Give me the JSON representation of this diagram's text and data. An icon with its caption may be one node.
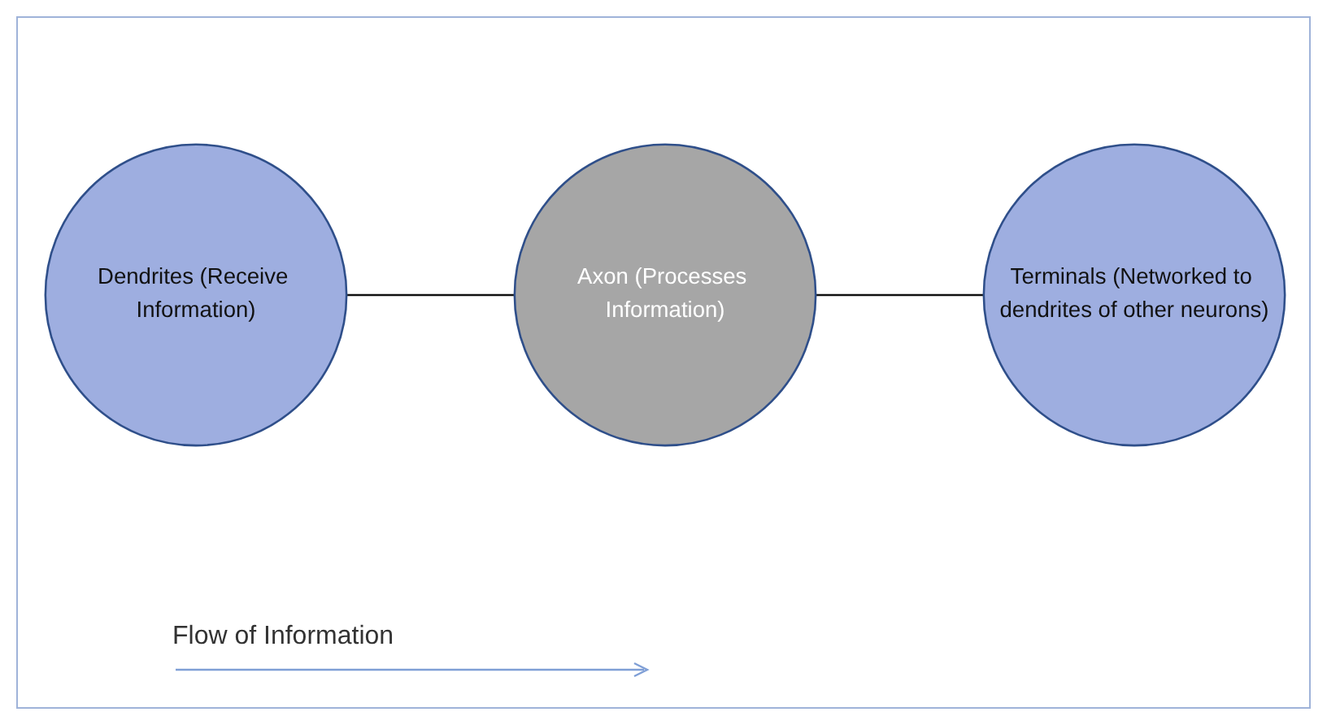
{
  "diagram": {
    "nodes": [
      {
        "text": [
          "Dendrites (Receive Information)"
        ]
      },
      {
        "text": [
          "Axon (Processes Information)"
        ]
      },
      {
        "text": [
          "Terminals (Networked to dendrites of other neurons)"
        ]
      }
    ],
    "edges": [
      {
        "from": 0,
        "to": 1,
        "arrow": "none"
      },
      {
        "from": 1,
        "to": 2,
        "arrow": "none"
      }
    ],
    "labels": [
      "Flow of Information"
    ]
  }
}
